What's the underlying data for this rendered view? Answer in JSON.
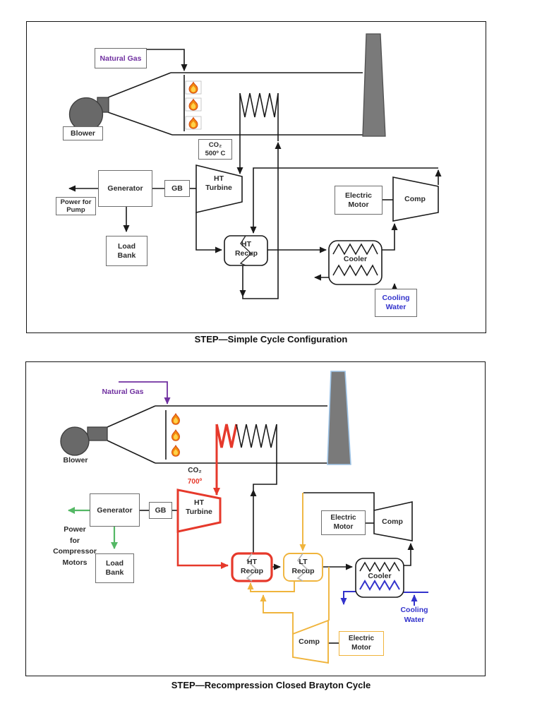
{
  "figure1": {
    "caption": "STEP—Simple Cycle Configuration",
    "labels": {
      "natural_gas": "Natural Gas",
      "blower": "Blower",
      "co2_line1": "CO₂",
      "co2_line2": "500º C",
      "generator": "Generator",
      "gearbox": "GB",
      "power_line1": "Power for",
      "power_line2": "Pump",
      "load_bank_line1": "Load",
      "load_bank_line2": "Bank",
      "turbine_line1": "HT",
      "turbine_line2": "Turbine",
      "recup_line1": "HT",
      "recup_line2": "Recup",
      "electric_motor_line1": "Electric",
      "electric_motor_line2": "Motor",
      "comp": "Comp",
      "cooler": "Cooler",
      "cooling_water_line1": "Cooling",
      "cooling_water_line2": "Water"
    }
  },
  "figure2": {
    "caption": "STEP—Recompression Closed Brayton Cycle",
    "labels": {
      "natural_gas": "Natural Gas",
      "blower": "Blower",
      "co2": "CO₂",
      "co2_temp": "700º",
      "generator": "Generator",
      "gearbox": "GB",
      "power_line1": "Power",
      "power_line2": "for",
      "power_line3": "Compressor",
      "power_line4": "Motors",
      "load_bank_line1": "Load",
      "load_bank_line2": "Bank",
      "turbine_line1": "HT",
      "turbine_line2": "Turbine",
      "ht_recup_line1": "HT",
      "ht_recup_line2": "Recup",
      "lt_recup_line1": "LT",
      "lt_recup_line2": "Recup",
      "electric_motor_top_line1": "Electric",
      "electric_motor_top_line2": "Motor",
      "comp_top": "Comp",
      "cooler": "Cooler",
      "comp_bottom": "Comp",
      "electric_motor_bottom_line1": "Electric",
      "electric_motor_bottom_line2": "Motor",
      "cooling_water_line1": "Cooling",
      "cooling_water_line2": "Water"
    }
  },
  "colors": {
    "line_black": "#1a1a1a",
    "red": "#e6392b",
    "yellow": "#f0b43c",
    "green": "#54b865",
    "purple": "#7030a0",
    "blue": "#3333cc",
    "chimney_fill": "#7a7a7a",
    "chimney2_outline": "#9dc3e6",
    "blower_fill": "#696969"
  }
}
